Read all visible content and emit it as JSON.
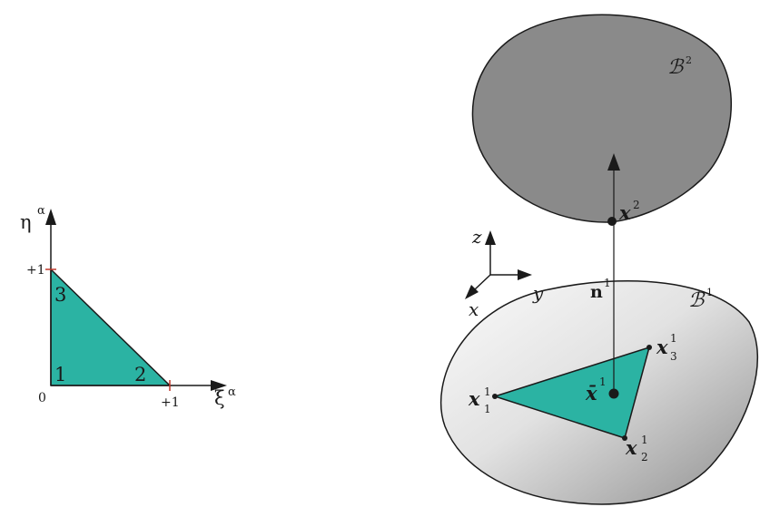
{
  "colors": {
    "teal": "#2bb3a3",
    "body_dark": "#8a8a8a",
    "body_light_start": "#f2f2f2",
    "body_light_end": "#9a9a9a",
    "line": "#1a1a1a"
  },
  "reference_element": {
    "axis_eta": "η",
    "axis_eta_sup": "α",
    "axis_xi": "ξ",
    "axis_xi_sup": "α",
    "tick_eta": "+1",
    "tick_xi": "+1",
    "origin": "0",
    "vertex_1": "1",
    "vertex_2": "2",
    "vertex_3": "3"
  },
  "contact_scene": {
    "body_upper": "ℬ",
    "body_upper_sup": "2",
    "body_lower": "ℬ",
    "body_lower_sup": "1",
    "point_x2": "x",
    "point_x2_sup": "2",
    "normal": "n",
    "normal_sup": "1",
    "xbar": "x̄",
    "xbar_sup": "1",
    "x1": "x",
    "x1_sub": "1",
    "x1_sup": "1",
    "x2": "x",
    "x2_sub": "2",
    "x2_sup": "1",
    "x3": "x",
    "x3_sub": "3",
    "x3_sup": "1",
    "axis_z": "z",
    "axis_y": "y",
    "axis_x": "x"
  }
}
